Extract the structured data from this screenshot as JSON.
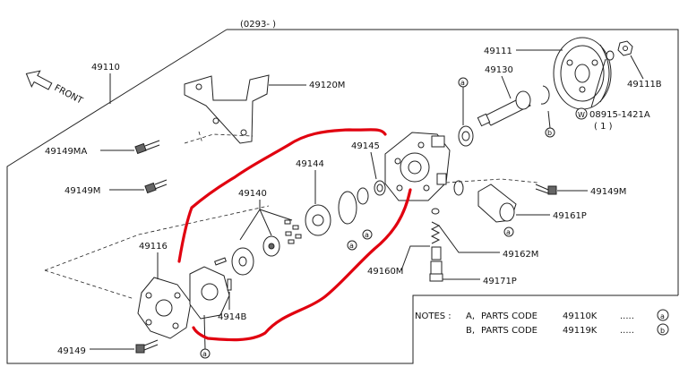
{
  "header": {
    "range": "(0293-        )"
  },
  "direction": {
    "label": "FRONT"
  },
  "parts": {
    "p49110": "49110",
    "p49120M": "49120M",
    "p49149MA": "49149MA",
    "p49149M_left": "49149M",
    "p49145": "49145",
    "p49144": "49144",
    "p49140": "49140",
    "p49116": "49116",
    "p49148": "4914B",
    "p49149": "49149",
    "p49111": "49111",
    "p49130": "49130",
    "p49111B": "49111B",
    "p08915": "08915-1421A",
    "p08915_qty": "( 1 )",
    "p49149M_right": "49149M",
    "p49161P": "49161P",
    "p49162M": "49162M",
    "p49160M": "49160M",
    "p49171P": "49171P"
  },
  "callouts": {
    "a": "a",
    "b": "b",
    "w": "W"
  },
  "notes": {
    "heading": "NOTES :",
    "rows": [
      {
        "key": "A,",
        "text": "PARTS CODE",
        "code": "49110K",
        "dots": ".....",
        "mark": "a"
      },
      {
        "key": "B,",
        "text": "PARTS CODE",
        "code": "49119K",
        "dots": ".....",
        "mark": "b"
      }
    ]
  },
  "colors": {
    "annotation": "#e1000f",
    "ink": "#222222"
  }
}
